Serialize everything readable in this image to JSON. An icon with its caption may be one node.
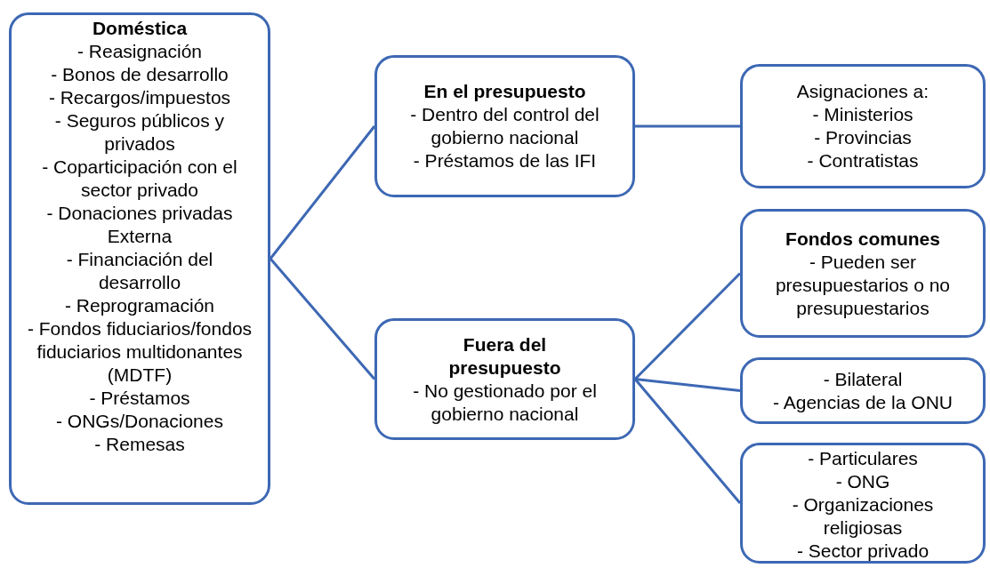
{
  "diagram": {
    "nodes": [
      {
        "text": [
          "Doméstica",
          "- Reasignación",
          "- Bonos de desarrollo",
          "- Recargos/impuestos",
          "- Seguros públicos y privados",
          "- Coparticipación con el sector privado",
          "- Donaciones privadas",
          "Externa",
          "- Financiación del desarrollo",
          "- Reprogramación",
          "- Fondos fiduciarios/fondos fiduciarios multidonantes (MDTF)",
          "- Préstamos",
          "- ONGs/Donaciones",
          "- Remesas"
        ]
      },
      {
        "text": [
          "En el presupuesto",
          "- Dentro del control del gobierno nacional",
          "- Préstamos de las IFI"
        ]
      },
      {
        "text": [
          "Fuera del presupuesto",
          "- No gestionado por el gobierno nacional"
        ]
      },
      {
        "text": [
          "Asignaciones a:",
          "- Ministerios",
          "- Provincias",
          "- Contratistas"
        ]
      },
      {
        "text": [
          "Fondos comunes",
          "- Pueden ser presupuestarios o no presupuestarios"
        ]
      },
      {
        "text": [
          "- Bilateral",
          "- Agencias de la ONU"
        ]
      },
      {
        "text": [
          "- Particulares",
          "- ONG",
          "- Organizaciones religiosas",
          "- Sector privado"
        ]
      }
    ],
    "edges": [
      {
        "from": 0,
        "to": 1,
        "arrow": "none"
      },
      {
        "from": 0,
        "to": 2,
        "arrow": "none"
      },
      {
        "from": 1,
        "to": 3,
        "arrow": "none"
      },
      {
        "from": 2,
        "to": 4,
        "arrow": "none"
      },
      {
        "from": 2,
        "to": 5,
        "arrow": "none"
      },
      {
        "from": 2,
        "to": 6,
        "arrow": "none"
      }
    ]
  }
}
